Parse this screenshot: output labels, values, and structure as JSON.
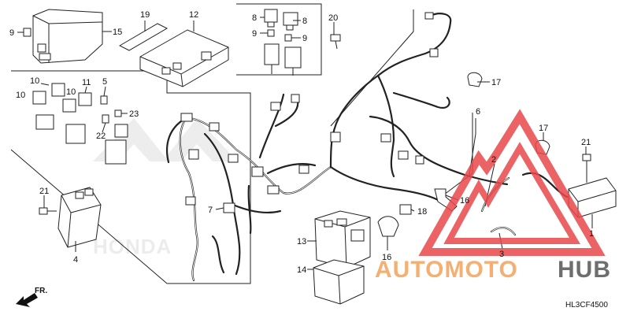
{
  "callouts": {
    "c1": "1",
    "c2": "2",
    "c3": "3",
    "c4": "4",
    "c5": "5",
    "c6": "6",
    "c7": "7",
    "c8a": "8",
    "c8b": "8",
    "c9a": "9",
    "c9b": "9",
    "c9c": "9",
    "c10a": "10",
    "c10b": "10",
    "c10c": "10",
    "c11": "11",
    "c12": "12",
    "c13": "13",
    "c14": "14",
    "c15": "15",
    "c16a": "16",
    "c16b": "16",
    "c17a": "17",
    "c17b": "17",
    "c18": "18",
    "c19": "19",
    "c20": "20",
    "c21a": "21",
    "c21b": "21",
    "c22": "22",
    "c23": "23"
  },
  "diagram_code": "HL3CF4500",
  "direction_label": "FR.",
  "watermark": {
    "part1": "AUTOMOTO",
    "part2": "HUB",
    "color_primary": "#e8484b",
    "color_secondary": "#f2a35a"
  },
  "emblem_text": "HONDA"
}
